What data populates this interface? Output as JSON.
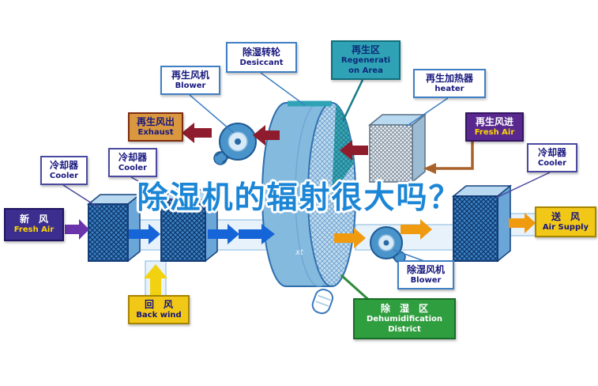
{
  "watermark": {
    "title": "除湿机的辐射很大吗？",
    "rotor_mark": "xt"
  },
  "labels": {
    "regen_blower": {
      "zh": "再生风机",
      "en": "Blower"
    },
    "desiccant": {
      "zh": "除湿转轮",
      "en": "Desiccant"
    },
    "regeneration_area": {
      "zh": "再生区",
      "en1": "Regenerati",
      "en2": "on Area"
    },
    "heater": {
      "zh": "再生加热器",
      "en": "heater"
    },
    "exhaust": {
      "zh": "再生风出",
      "en": "Exhaust"
    },
    "regen_fresh_air": {
      "zh": "再生风进",
      "en": "Fresh Air"
    },
    "cooler_left_outer": {
      "zh": "冷却器",
      "en": "Cooler"
    },
    "cooler_left_inner": {
      "zh": "冷却器",
      "en": "Cooler"
    },
    "cooler_right": {
      "zh": "冷却器",
      "en": "Cooler"
    },
    "fresh_air_in": {
      "zh": "新　风",
      "en": "Fresh Air"
    },
    "air_supply": {
      "zh": "送　风",
      "en": "Air Supply"
    },
    "back_wind": {
      "zh": "回　风",
      "en": "Back wind"
    },
    "dehumid_blower": {
      "zh": "除湿风机",
      "en": "Blower"
    },
    "dehumid_district": {
      "zh": "除　湿　区",
      "en1": "Dehumidification",
      "en2": "District"
    }
  },
  "colors": {
    "watermark_blue": "#1c86d6",
    "flow_blue": "#1565d8",
    "flow_orange": "#f09a10",
    "flow_maroon": "#8e1c2c",
    "flow_purple": "#6a35aa",
    "flow_yellow": "#f2d210",
    "flow_brown": "#a8622a",
    "teal": "#2fa3b5",
    "green": "#2f9e3f"
  }
}
